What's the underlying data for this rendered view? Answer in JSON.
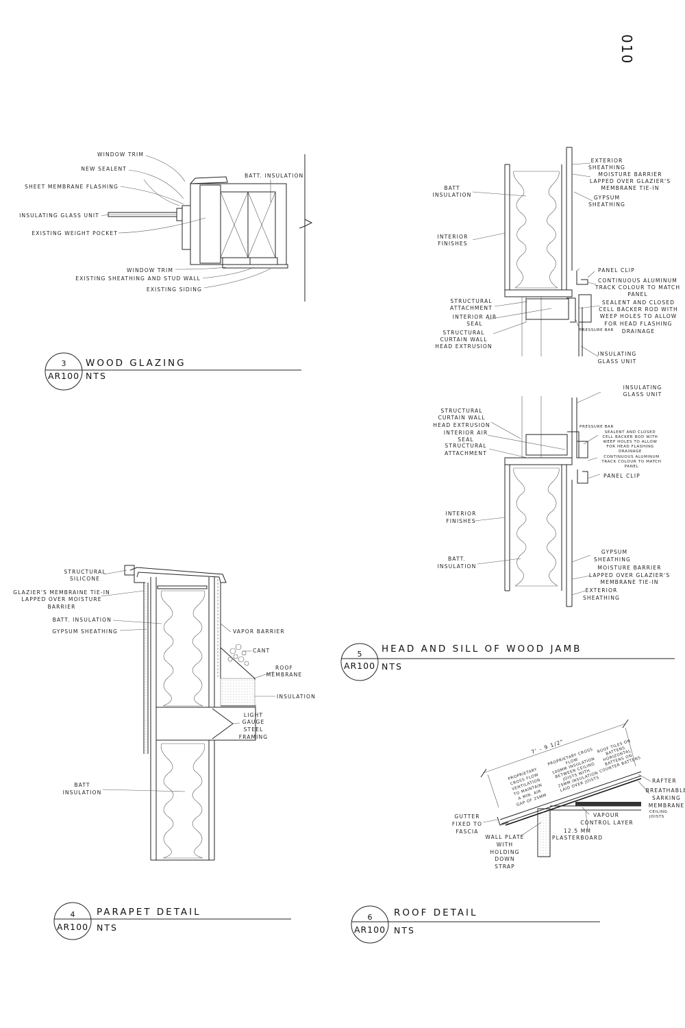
{
  "sheet": {
    "page_number": "010"
  },
  "details": {
    "d3": {
      "number": "3",
      "ref": "AR100",
      "title": "WOOD GLAZING",
      "scale": "NTS",
      "labels": {
        "window_trim_top": "WINDOW TRIM",
        "new_sealent": "NEW SEALENT",
        "sheet_membrane": "SHEET MEMBRANE FLASHING",
        "igu": "INSULATING GLASS UNIT",
        "weight_pocket": "EXISTING WEIGHT POCKET",
        "batt": "BATT. INSULATION",
        "window_trim_bottom": "WINDOW TRIM",
        "sheathing_stud": "EXISTING SHEATHING AND STUD WALL",
        "siding": "EXISTING SIDING"
      }
    },
    "d4": {
      "number": "4",
      "ref": "AR100",
      "title": "PARAPET DETAIL",
      "scale": "NTS",
      "labels": {
        "silicone_1": "STRUCTURAL",
        "silicone_2": "SILICONE",
        "glazier_1": "GLAZIER'S MEMBRAINE TIE-IN",
        "glazier_2": "LAPPED OVER MOISTURE",
        "glazier_3": "BARRIER",
        "batt": "BATT. INSULATION",
        "gypsum": "GYPSUM SHEATHING",
        "vapor": "VAPOR BARRIER",
        "cant": "CANT",
        "roof_1": "ROOF",
        "roof_2": "MEMBRANE",
        "insulation": "INSULATION",
        "lgs_1": "LIGHT",
        "lgs_2": "GAUGE",
        "lgs_3": "STEEL",
        "lgs_4": "FRAMING",
        "batt2_1": "BATT",
        "batt2_2": "INSULATION"
      }
    },
    "d5": {
      "number": "5",
      "ref": "AR100",
      "title": "HEAD AND SILL OF WOOD JAMB",
      "scale": "NTS",
      "head": {
        "batt_1": "BATT",
        "batt_2": "INSULATION",
        "interior_1": "INTERIOR",
        "interior_2": "FINISHES",
        "structural_1": "STRUCTURAL",
        "structural_2": "ATTACHMENT",
        "air_1": "INTERIOR AIR",
        "air_2": "SEAL",
        "cw_1": "STRUCTURAL",
        "cw_2": "CURTAIN WALL",
        "cw_3": "HEAD EXTRUSION",
        "ext_1": "EXTERIOR",
        "ext_2": "SHEATHING",
        "moist_1": "MOISTURE BARRIER",
        "moist_2": "LAPPED OVER GLAZIER'S",
        "moist_3": "MEMBRANE TIE-IN",
        "gyp_1": "GYPSUM",
        "gyp_2": "SHEATHING",
        "clip": "PANEL CLIP",
        "track_1": "CONTINUOUS ALUMINUM",
        "track_2": "TRACK COLOUR TO MATCH",
        "track_3": "PANEL",
        "seal_1": "SEALENT AND CLOSED",
        "seal_2": "CELL BACKER ROD WITH",
        "seal_3": "WEEP HOLES TO ALLOW",
        "seal_4": "FOR HEAD FLASHING",
        "seal_5": "DRAINAGE",
        "pressure": "PRESSURE BAR",
        "igu_1": "INSULATING",
        "igu_2": "GLASS UNIT"
      },
      "sill": {
        "igu_1": "INSULATING",
        "igu_2": "GLASS UNIT",
        "cw_1": "STRUCTURAL",
        "cw_2": "CURTAIN WALL",
        "cw_3": "HEAD EXTRUSION",
        "air_1": "INTERIOR AIR",
        "air_2": "SEAL",
        "structural_1": "STRUCTURAL",
        "structural_2": "ATTACHMENT",
        "pressure": "PRESSURE BAR",
        "seal_1": "SEALENT AND CLOSED",
        "seal_2": "CELL BACKER ROD WITH",
        "seal_3": "WEEP HOLES TO ALLOW",
        "seal_4": "FOR HEAD FLASHING",
        "seal_5": "DRAINAGE",
        "track_1": "CONTINUOUS ALUMINUM",
        "track_2": "TRACK COLOUR TO MATCH",
        "track_3": "PANEL",
        "clip": "PANEL CLIP",
        "interior_1": "INTERIOR",
        "interior_2": "FINISHES",
        "gyp_1": "GYPSUM",
        "gyp_2": "SHEATHING",
        "batt_1": "BATT.",
        "batt_2": "INSULATION",
        "moist_1": "MOISTURE BARRIER",
        "moist_2": "LAPPED OVER GLAZIER'S",
        "moist_3": "MEMBRANE TIE-IN",
        "ext_1": "EXTERIOR",
        "ext_2": "SHEATHING"
      }
    },
    "d6": {
      "number": "6",
      "ref": "AR100",
      "title": "ROOF DETAIL",
      "scale": "NTS",
      "labels": {
        "dimension": "7' - 9 1/2\"",
        "vent_1": "PROPRIETARY",
        "vent_2": "CROSS FLOW",
        "vent_3": "VENTILATION",
        "vent_4": "TO MAINTAIN",
        "vent_5": "A MIN. AIR",
        "vent_6": "GAP OF 25MM",
        "ins_1": "PROPRIETARY CROSS",
        "ins_2": "FLOW",
        "ins_3": "100MM INSULATION",
        "ins_4": "BETWEEN CEILING",
        "ins_5": "JOISTS WITH",
        "ins_6": "25MM INSULATION",
        "ins_7": "LAID OVER JOISTS",
        "tiles_1": "ROOF TILES ON",
        "tiles_2": "BATTENS",
        "tiles_3": "HORIZONTAL",
        "tiles_4": "BATTENS ON",
        "tiles_5": "COUNTER BATTENS",
        "rafter": "RAFTER",
        "sark_1": "BREATHABLE",
        "sark_2": "SARKING",
        "sark_3": "MEMBRANE",
        "ceiling_1": "CEILING",
        "ceiling_2": "JOISTS",
        "gutter_1": "GUTTER",
        "gutter_2": "FIXED TO",
        "gutter_3": "FASCIA",
        "vapour_1": "VAPOUR",
        "vapour_2": "CONTROL LAYER",
        "pb_1": "12.5 MM",
        "pb_2": "PLASTERBOARD",
        "wp_1": "WALL PLATE",
        "wp_2": "WITH",
        "wp_3": "HOLDING",
        "wp_4": "DOWN",
        "wp_5": "STRAP"
      }
    }
  }
}
